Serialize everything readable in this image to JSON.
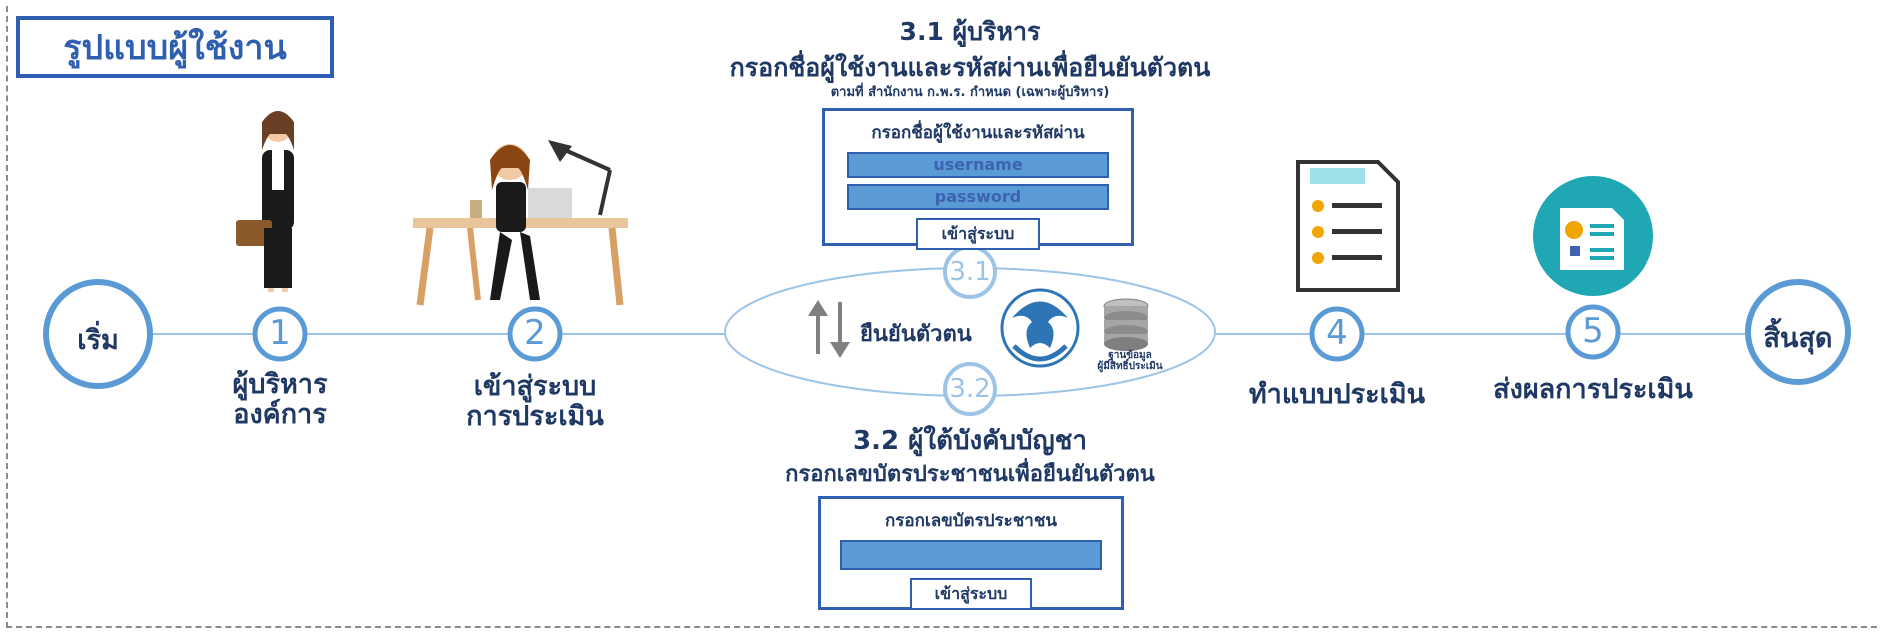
{
  "header": {
    "title": "รูปแบบผู้ใช้งาน"
  },
  "nodes": {
    "start": "เริ่ม",
    "end": "สิ้นสุด"
  },
  "steps": [
    {
      "num": "1",
      "label_line1": "ผู้บริหาร",
      "label_line2": "องค์การ"
    },
    {
      "num": "2",
      "label_line1": "เข้าสู่ระบบ",
      "label_line2": "การประเมิน"
    },
    {
      "num": "4",
      "label_line1": "ทำแบบประเมิน",
      "label_line2": ""
    },
    {
      "num": "5",
      "label_line1": "ส่งผลการประเมิน",
      "label_line2": ""
    }
  ],
  "verify": {
    "label": "ยืนยันตัวตน",
    "db_label_line1": "ฐานข้อมูล",
    "db_label_line2": "ผู้มีสิทธิ์ประเมิน",
    "top_badge": "3.1",
    "bottom_badge": "3.2"
  },
  "section31": {
    "heading": "3.1 ผู้บริหาร",
    "subheading": "กรอกชื่อผู้ใช้งานและรหัสผ่านเพื่อยืนยันตัวตน",
    "note": "ตามที่ สำนักงาน ก.พ.ร. กำหนด (เฉพาะผู้บริหาร)",
    "form": {
      "title": "กรอกชื่อผู้ใช้งานและรหัสผ่าน",
      "username_placeholder": "username",
      "password_placeholder": "password",
      "login_label": "เข้าสู่ระบบ"
    }
  },
  "section32": {
    "heading": "3.2 ผู้ใต้บังคับบัญชา",
    "subheading": "กรอกเลขบัตรประชาชนเพื่อยืนยันตัวตน",
    "form": {
      "title": "กรอกเลขบัตรประชาชน",
      "idcard_value": "",
      "login_label": "เข้าสู่ระบบ"
    }
  },
  "colors": {
    "accent": "#2e5fb0",
    "circle": "#5b9bd5",
    "text": "#1f3864",
    "line": "#9dc3e6"
  }
}
